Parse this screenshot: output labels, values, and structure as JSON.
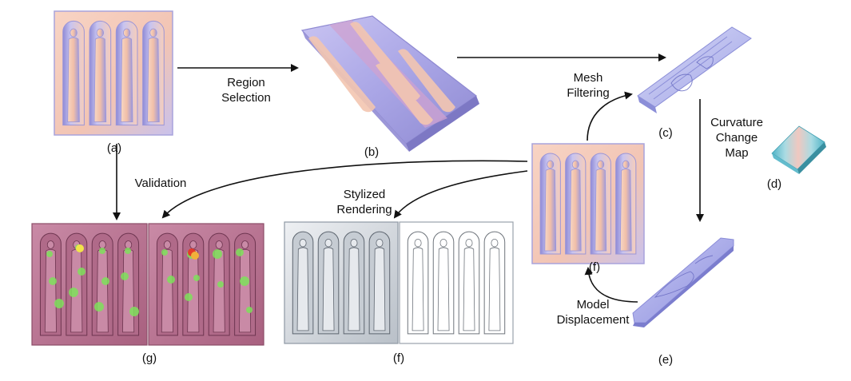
{
  "panels": {
    "a": "(a)",
    "b": "(b)",
    "c": "(c)",
    "d": "(d)",
    "e": "(e)",
    "f_small": "(f)",
    "f": "(f)",
    "g": "(g)"
  },
  "steps": {
    "region_selection": [
      "Region",
      "Selection"
    ],
    "mesh_filtering": [
      "Mesh",
      "Filtering"
    ],
    "curvature_change_map": [
      "Curvature",
      "Change",
      "Map"
    ],
    "validation": [
      "Validation"
    ],
    "stylized_rendering": [
      "Stylized",
      "Rendering"
    ],
    "model_displacement": [
      "Model",
      "Displacement"
    ]
  },
  "colors": {
    "relief_base": "#f4c8b8",
    "relief_shade": "#b7b4e6",
    "validation_surface": "#c07a95",
    "highlight_green": "#7ee05a",
    "highlight_red": "#e43a2a",
    "stylized_gray": "#d9dde2"
  }
}
